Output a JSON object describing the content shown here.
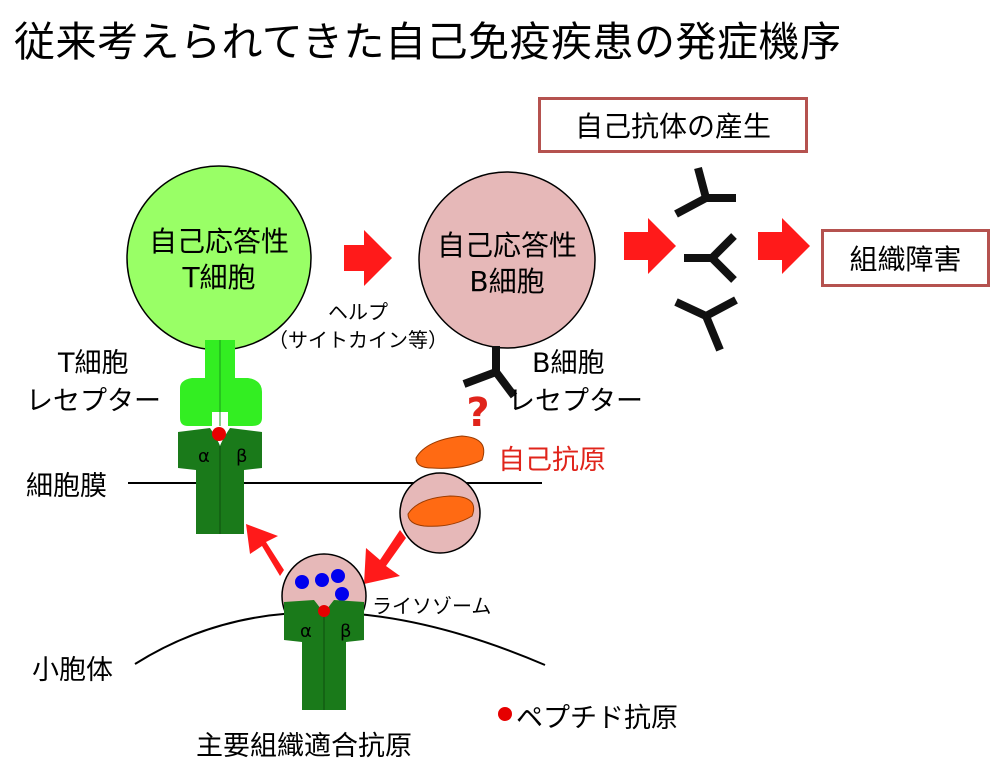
{
  "title": "従来考えられてきた自己免疫疾患の発症機序",
  "t_cell": {
    "line1": "自己応答性",
    "line2": "T細胞"
  },
  "b_cell": {
    "line1": "自己応答性",
    "line2": "B細胞"
  },
  "boxes": {
    "autoantibody": "自己抗体の産生",
    "tissue_damage": "組織障害"
  },
  "help": {
    "line1": "ヘルプ",
    "line2": "（サイトカイン等）"
  },
  "tcr": {
    "line1": "T細胞",
    "line2": "レセプター"
  },
  "bcr": {
    "line1": "B細胞",
    "line2": "レセプター"
  },
  "question_mark": "?",
  "self_antigen": "自己抗原",
  "cell_membrane": "細胞膜",
  "lysosome": "ライソゾーム",
  "er": "小胞体",
  "mhc": "主要組織適合抗原",
  "peptide_antigen": "ペプチド抗原",
  "chains": {
    "alpha": "α",
    "beta": "β"
  },
  "colors": {
    "t_cell_fill": "#99ff66",
    "b_cell_fill": "#e6b8b8",
    "receptor_light": "#33ee22",
    "receptor_dark": "#1a7a1a",
    "arrow_red": "#ff1a1a",
    "antigen_orange": "#ff6a13",
    "box_border": "#b5524f",
    "peptide_red": "#e60000",
    "lysosome_dot": "#0000ee"
  }
}
